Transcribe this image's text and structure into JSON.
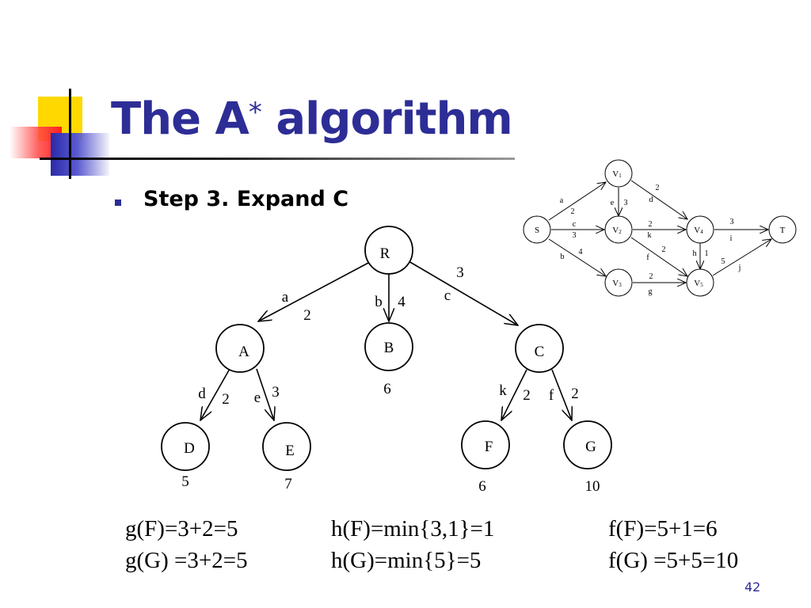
{
  "slide": {
    "title_main": "The A",
    "title_super": "*",
    "title_rest": " algorithm",
    "bullet": "Step 3. Expand C",
    "page_number": "42"
  },
  "tree": {
    "nodes": {
      "R": "R",
      "A": "A",
      "B": "B",
      "C": "C",
      "D": "D",
      "E": "E",
      "F": "F",
      "G": "G"
    },
    "edges": {
      "a": {
        "label": "a",
        "cost": "2"
      },
      "b": {
        "label": "b",
        "cost": "4"
      },
      "c": {
        "label": "c",
        "cost": "3"
      },
      "d": {
        "label": "d",
        "cost": "2"
      },
      "e": {
        "label": "e",
        "cost": "3"
      },
      "k": {
        "label": "k",
        "cost": "2"
      },
      "f": {
        "label": "f",
        "cost": "2"
      }
    },
    "values": {
      "B": "6",
      "D": "5",
      "E": "7",
      "F": "6",
      "G": "10"
    }
  },
  "graph": {
    "nodes": {
      "S": "S",
      "T": "T",
      "V1": {
        "letter": "V",
        "sub": "1"
      },
      "V2": {
        "letter": "V",
        "sub": "2"
      },
      "V3": {
        "letter": "V",
        "sub": "3"
      },
      "V4": {
        "letter": "V",
        "sub": "4"
      },
      "V5": {
        "letter": "V",
        "sub": "5"
      }
    },
    "edges": {
      "a": {
        "label": "a",
        "cost": "2"
      },
      "c": {
        "label": "c",
        "cost": "3"
      },
      "b": {
        "label": "b",
        "cost": "4"
      },
      "d": {
        "label": "d",
        "cost": "2"
      },
      "e": {
        "label": "e",
        "cost": "3"
      },
      "k": {
        "label": "k",
        "cost": "2"
      },
      "f": {
        "label": "f",
        "cost": "2"
      },
      "g": {
        "label": "g",
        "cost": "2"
      },
      "h": {
        "label": "h",
        "cost": "1"
      },
      "i": {
        "label": "i",
        "cost": "3"
      },
      "j": {
        "label": "j",
        "cost": "5"
      }
    }
  },
  "calc": {
    "row1": {
      "g": "g(F)=3+2=5",
      "h": "h(F)=min{3,1}=1",
      "f": "f(F)=5+1=6"
    },
    "row2": {
      "g": "g(G) =3+2=5",
      "h": "h(G)=min{5}=5",
      "f": "f(G) =5+5=10"
    }
  },
  "colors": {
    "title": "#2d2d96",
    "accent_yellow": "#ffd800",
    "accent_red": "#ff2020",
    "accent_blue": "#2a2aa8"
  }
}
